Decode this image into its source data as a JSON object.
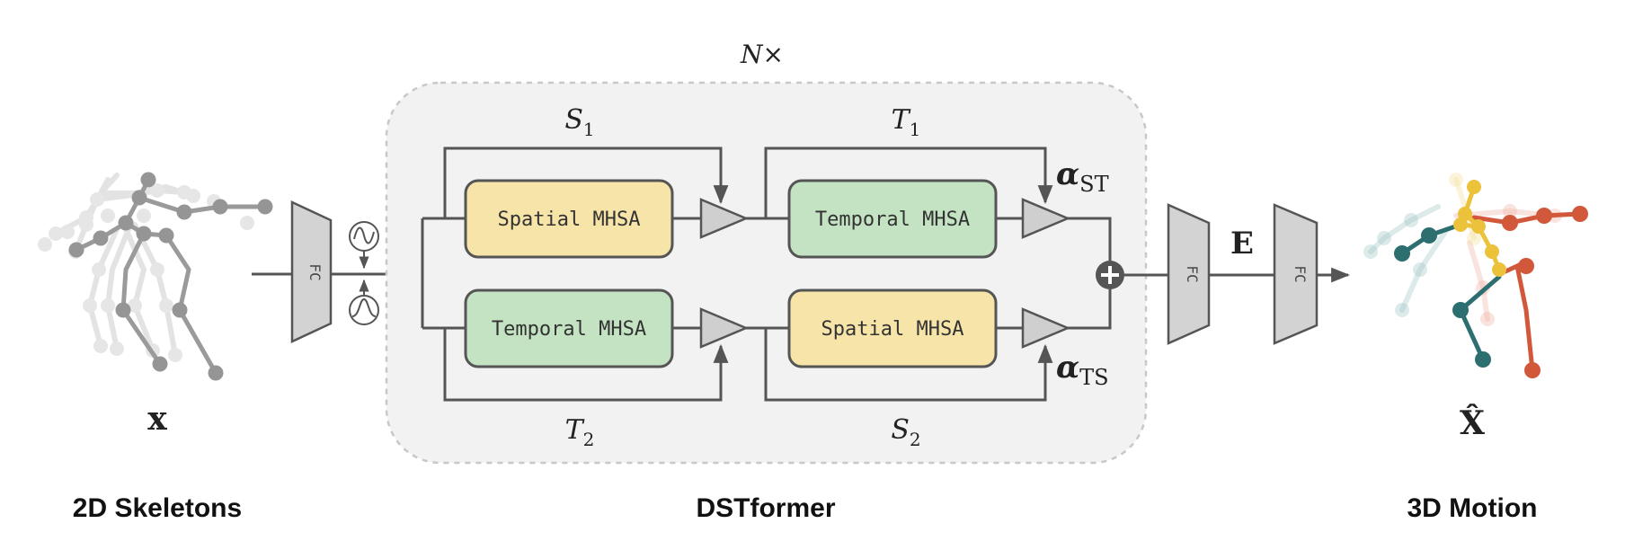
{
  "repeat_label": "N×",
  "caption_left": "2D Skeletons",
  "caption_center": "DSTformer",
  "caption_right": "3D Motion",
  "input_symbol": "x",
  "output_symbol": "X̂",
  "embedding_symbol": "E",
  "fc_label": "FC",
  "branch_top": {
    "left_label_main": "S",
    "left_label_sub": "1",
    "right_label_main": "T",
    "right_label_sub": "1",
    "block1": "Spatial MHSA",
    "block2": "Temporal MHSA",
    "weight_main": "α",
    "weight_sub": "ST"
  },
  "branch_bottom": {
    "left_label_main": "T",
    "left_label_sub": "2",
    "right_label_main": "S",
    "right_label_sub": "2",
    "block1": "Temporal MHSA",
    "block2": "Spatial MHSA",
    "weight_main": "α",
    "weight_sub": "TS"
  },
  "colors": {
    "spatial": "#f7e4a8",
    "temporal": "#c3e3c2",
    "container": "#f2f2f2",
    "line": "#555555",
    "fc": "#d3d3d3",
    "skeleton_gray": "#8e8e8e",
    "motion_teal": "#2d6e70",
    "motion_orange": "#d2583c",
    "motion_yellow": "#ecc23a"
  }
}
